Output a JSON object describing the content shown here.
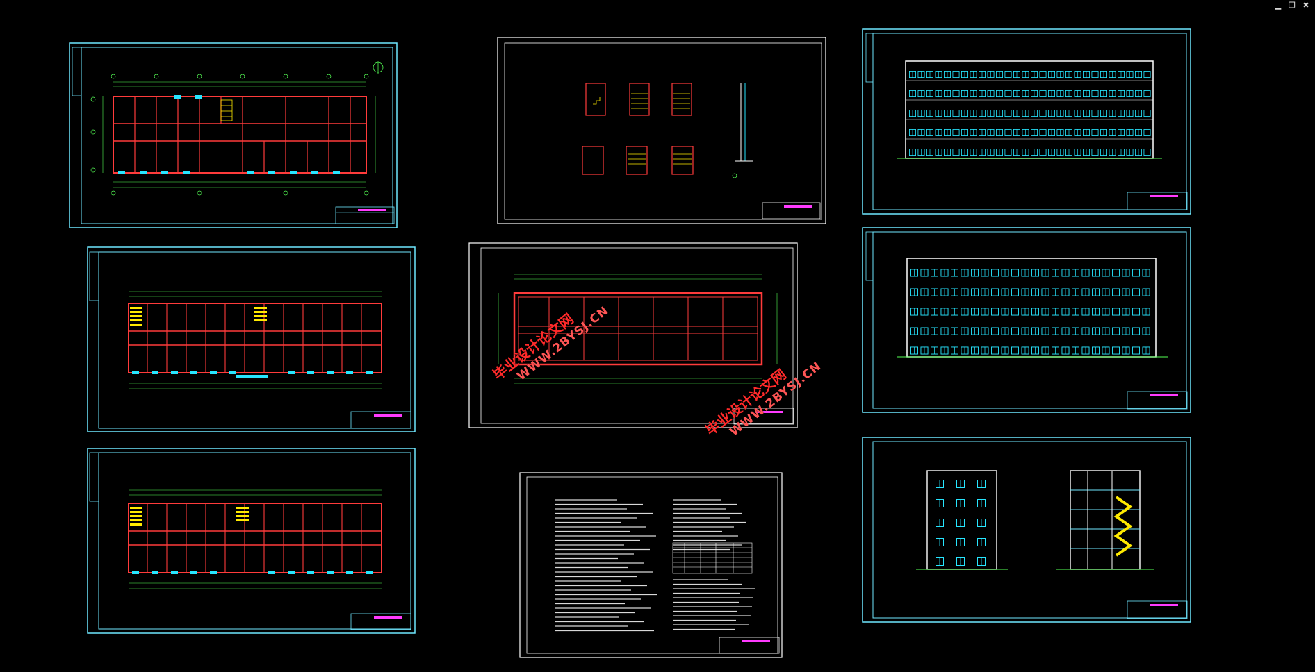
{
  "window": {
    "minimize_glyph": "▁",
    "restore_glyph": "❐",
    "close_glyph": "✖"
  },
  "watermarks": [
    {
      "line1": "毕业设计论文网",
      "line2": "WWW.2BYSJ.CN"
    },
    {
      "line1": "毕业设计论文网",
      "line2": "WWW.2BYSJ.CN"
    }
  ],
  "colors": {
    "background": "#000000",
    "sheet_border": "#6fe8ff",
    "wall": "#ff3b3b",
    "dim_line": "#55ff55",
    "window": "#27e6ff",
    "stair": "#ffea00",
    "text": "#ffffff",
    "title_block": "#ff3bff"
  }
}
